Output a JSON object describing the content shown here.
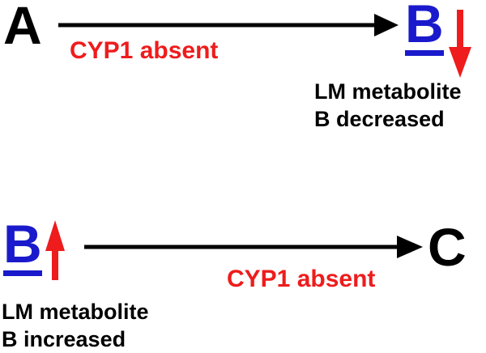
{
  "top": {
    "source": "A",
    "target": "B",
    "arrow_label": "CYP1 absent",
    "caption_line1": "LM metabolite",
    "caption_line2": "B decreased",
    "trend": "decrease"
  },
  "bottom": {
    "source": "B",
    "target": "C",
    "arrow_label": "CYP1 absent",
    "caption_line1": "LM metabolite",
    "caption_line2": "B increased",
    "trend": "increase"
  },
  "colors": {
    "node_black": "#000000",
    "node_blue": "#1a1acc",
    "label_red": "#ee1c1c"
  }
}
